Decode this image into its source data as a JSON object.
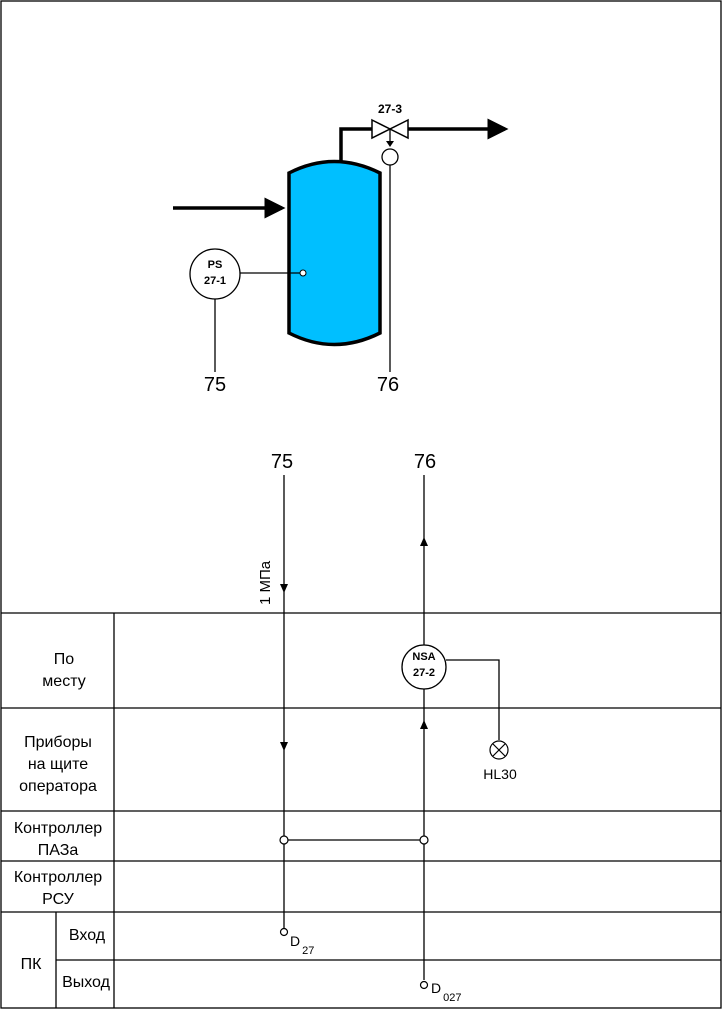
{
  "diagram": {
    "instruments": {
      "ps": {
        "line1": "PS",
        "line2": "27-1"
      },
      "nsa": {
        "line1": "NSA",
        "line2": "27-2"
      }
    },
    "valve_label": "27-3",
    "connectors": {
      "top_left": "75",
      "top_right": "76",
      "mid_left": "75",
      "mid_right": "76"
    },
    "pressure_label": "1 МПа",
    "lamp_label": "HL30",
    "signals": {
      "d27": {
        "base": "D",
        "sub": "27"
      },
      "d027": {
        "base": "D",
        "sub": "027"
      }
    }
  },
  "rows": {
    "local": {
      "line1": "По",
      "line2": "месту"
    },
    "panel": {
      "line1": "Приборы",
      "line2": "на щите",
      "line3": "оператора"
    },
    "paz": {
      "line1": "Контроллер",
      "line2": "ПАЗа"
    },
    "rsu": {
      "line1": "Контроллер",
      "line2": "РСУ"
    },
    "pk": {
      "label": "ПК",
      "input": "Вход",
      "output": "Выход"
    }
  },
  "colors": {
    "vessel": "#00BFFF",
    "line": "#000000"
  }
}
